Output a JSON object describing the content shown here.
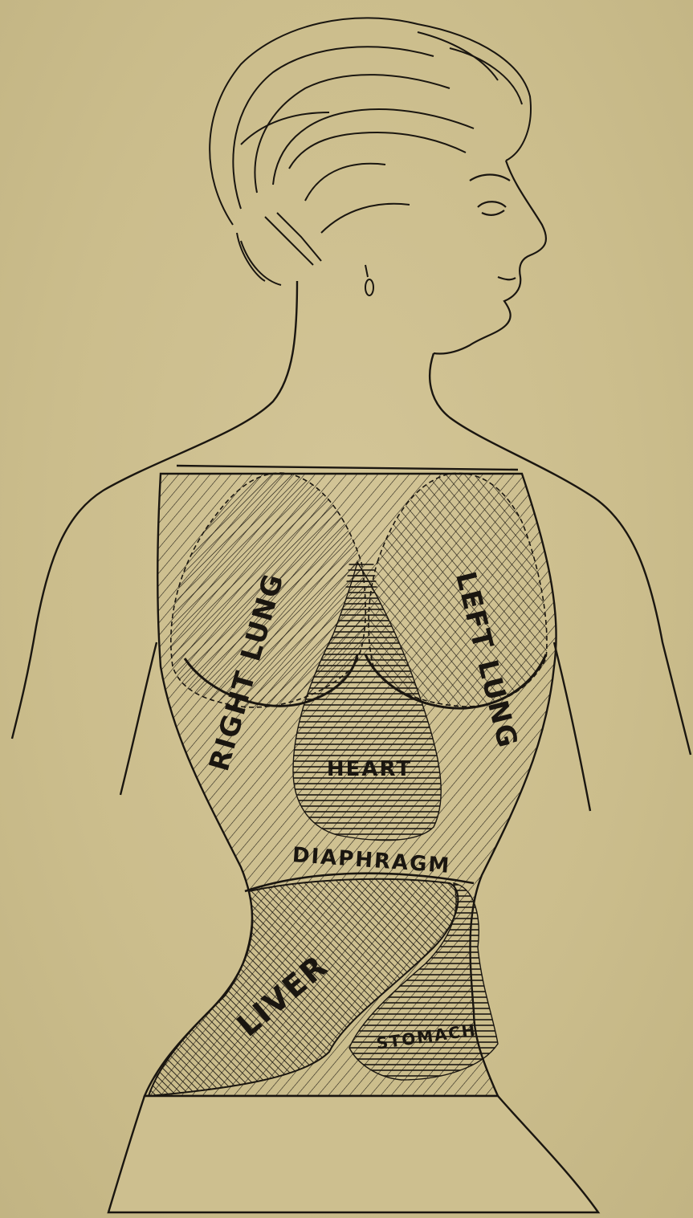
{
  "labels": {
    "right_lung": "RIGHT LUNG",
    "left_lung": "LEFT LUNG",
    "heart": "HEART",
    "diaphragm": "DIAPHRAGM",
    "liver": "LIVER",
    "stomach": "STOMACH"
  },
  "colors": {
    "paper": "#cdbf8f",
    "ink": "#1a1610"
  }
}
